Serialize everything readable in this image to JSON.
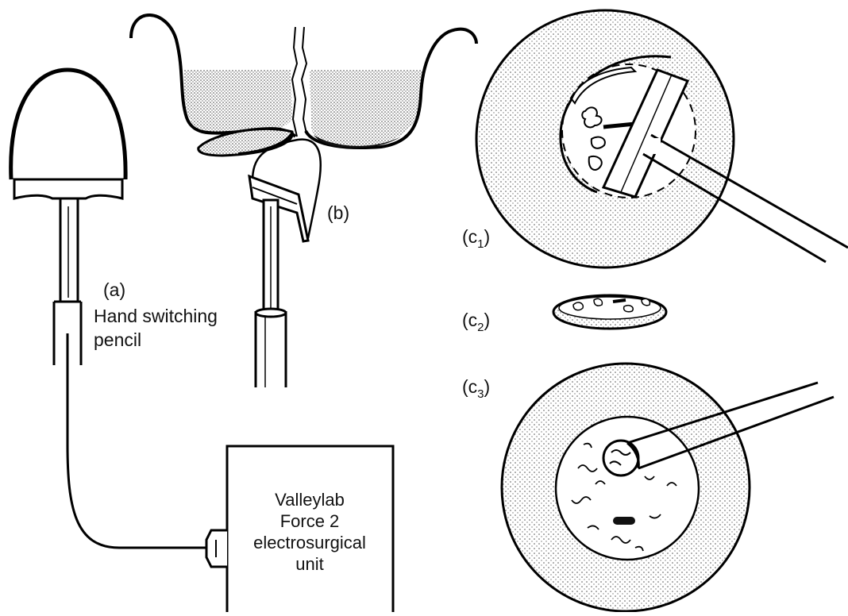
{
  "labels": {
    "a": "(a)",
    "pencil_line1": "Hand switching",
    "pencil_line2": "pencil",
    "b": "(b)",
    "c1_base": "(c",
    "c1_sub": "1",
    "c1_close": ")",
    "c2_base": "(c",
    "c2_sub": "2",
    "c2_close": ")",
    "c3_base": "(c",
    "c3_sub": "3",
    "c3_close": ")"
  },
  "unit_box": {
    "line1": "Valleylab",
    "line2": "Force 2",
    "line3": "electrosurgical",
    "line4": "unit"
  }
}
